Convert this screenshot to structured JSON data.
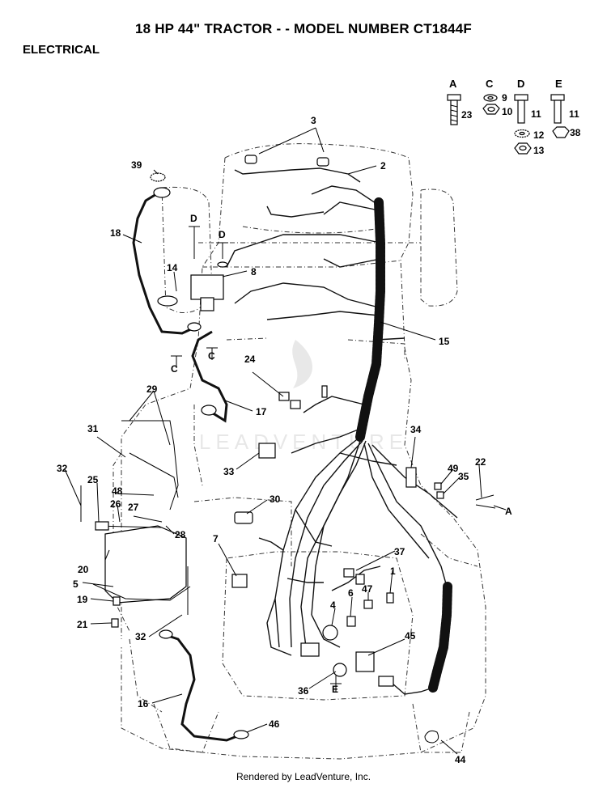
{
  "header": {
    "title": "18 HP 44\" TRACTOR - - MODEL NUMBER CT1844F",
    "section": "ELECTRICAL"
  },
  "hardware_key": {
    "A": "A",
    "C": "C",
    "D": "D",
    "E": "E",
    "n9": "9",
    "n10": "10",
    "n11a": "11",
    "n11b": "11",
    "n12": "12",
    "n13": "13",
    "n23": "23",
    "n38": "38"
  },
  "callouts": {
    "c1": "1",
    "c2": "2",
    "c3": "3",
    "c4": "4",
    "c5": "5",
    "c6": "6",
    "c7": "7",
    "c8": "8",
    "c14": "14",
    "c15": "15",
    "c16": "16",
    "c17": "17",
    "c18": "18",
    "c19": "19",
    "c20": "20",
    "c21": "21",
    "c22": "22",
    "c24": "24",
    "c25": "25",
    "c26": "26",
    "c27": "27",
    "c28": "28",
    "c29": "29",
    "c30": "30",
    "c31": "31",
    "c32a": "32",
    "c32b": "32",
    "c33": "33",
    "c34": "34",
    "c35": "35",
    "c36": "36",
    "c37": "37",
    "c39": "39",
    "c44": "44",
    "c45": "45",
    "c46": "46",
    "c47": "47",
    "c48": "48",
    "c49": "49"
  },
  "refs": {
    "d1": "D",
    "d2": "D",
    "ca": "C",
    "cb": "C",
    "a1": "A",
    "e1": "E"
  },
  "watermark": "LEADVENTURE",
  "footer": "Rendered by LeadVenture, Inc."
}
